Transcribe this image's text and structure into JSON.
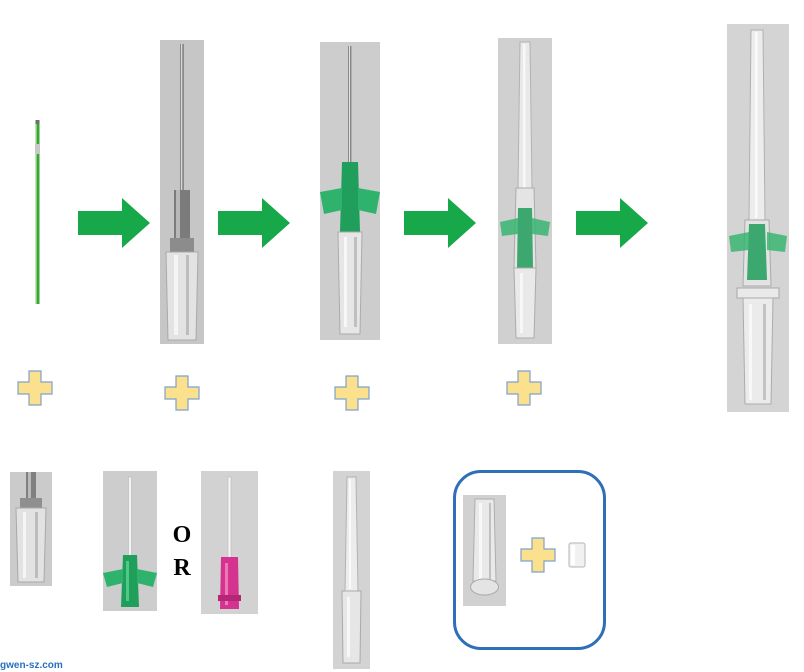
{
  "or_label": {
    "top": "O",
    "bottom": "R"
  },
  "watermark": "gwen-sz.com",
  "colors": {
    "arrow_green": "#17a84a",
    "plus_yellow": "#fbe08e",
    "plus_outline": "#7ea2c9",
    "box_blue": "#2e6fba",
    "hub_green": "#1f9e5c",
    "hub_magenta": "#d4338f",
    "wire_green": "#3fa33a"
  },
  "icons": [
    "right-arrow-icon",
    "plus-icon"
  ]
}
